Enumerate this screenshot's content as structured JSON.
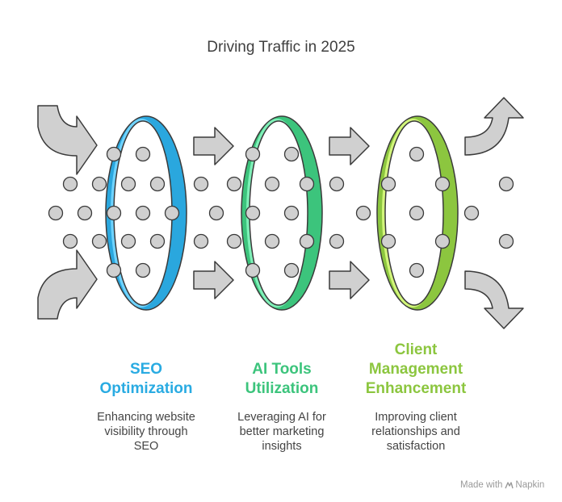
{
  "title": "Driving Traffic in 2025",
  "stages": [
    {
      "title_lines": [
        "SEO",
        "Optimization"
      ],
      "description_lines": [
        "Enhancing website",
        "visibility through",
        "SEO"
      ],
      "color": "#29abe2",
      "ring_light": "#6fd3ff",
      "ring_dark": "#2aa7de"
    },
    {
      "title_lines": [
        "AI Tools",
        "Utilization"
      ],
      "description_lines": [
        "Leveraging AI for",
        "better marketing",
        "insights"
      ],
      "color": "#3cc47c",
      "ring_light": "#7ff0b8",
      "ring_dark": "#3cc47c"
    },
    {
      "title_lines": [
        "Client",
        "Management",
        "Enhancement"
      ],
      "description_lines": [
        "Improving client",
        "relationships and",
        "satisfaction"
      ],
      "color": "#8cc63f",
      "ring_light": "#d2f57a",
      "ring_dark": "#8cc63f"
    }
  ],
  "colors": {
    "arrow_fill": "#d0d0d0",
    "arrow_stroke": "#3a3a3a",
    "dot_fill": "#d0d0d0"
  },
  "footer": {
    "made_with": "Made with",
    "brand": "Napkin"
  }
}
